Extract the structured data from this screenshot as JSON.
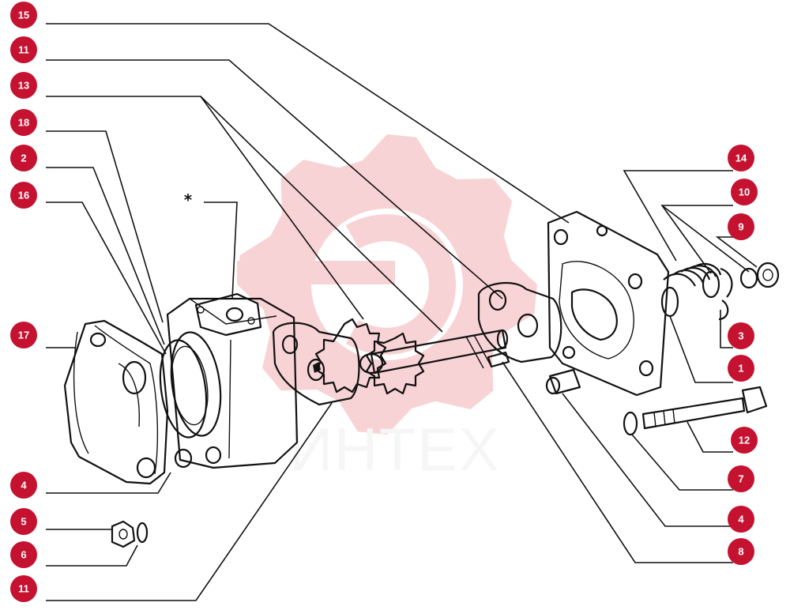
{
  "diagram": {
    "watermark": {
      "text": "ИНТЕХ",
      "gear_color": "#e23b45",
      "text_color": "#d8d8d8"
    },
    "marker_color": "#c41230",
    "marker_text_color": "#ffffff",
    "asterisk": "*",
    "callouts": [
      {
        "label": "15"
      },
      {
        "label": "11"
      },
      {
        "label": "13"
      },
      {
        "label": "18"
      },
      {
        "label": "2"
      },
      {
        "label": "16"
      },
      {
        "label": "17"
      },
      {
        "label": "4"
      },
      {
        "label": "5"
      },
      {
        "label": "6"
      },
      {
        "label": "11"
      },
      {
        "label": "14"
      },
      {
        "label": "10"
      },
      {
        "label": "9"
      },
      {
        "label": "3"
      },
      {
        "label": "1"
      },
      {
        "label": "12"
      },
      {
        "label": "7"
      },
      {
        "label": "4"
      },
      {
        "label": "8"
      }
    ]
  }
}
